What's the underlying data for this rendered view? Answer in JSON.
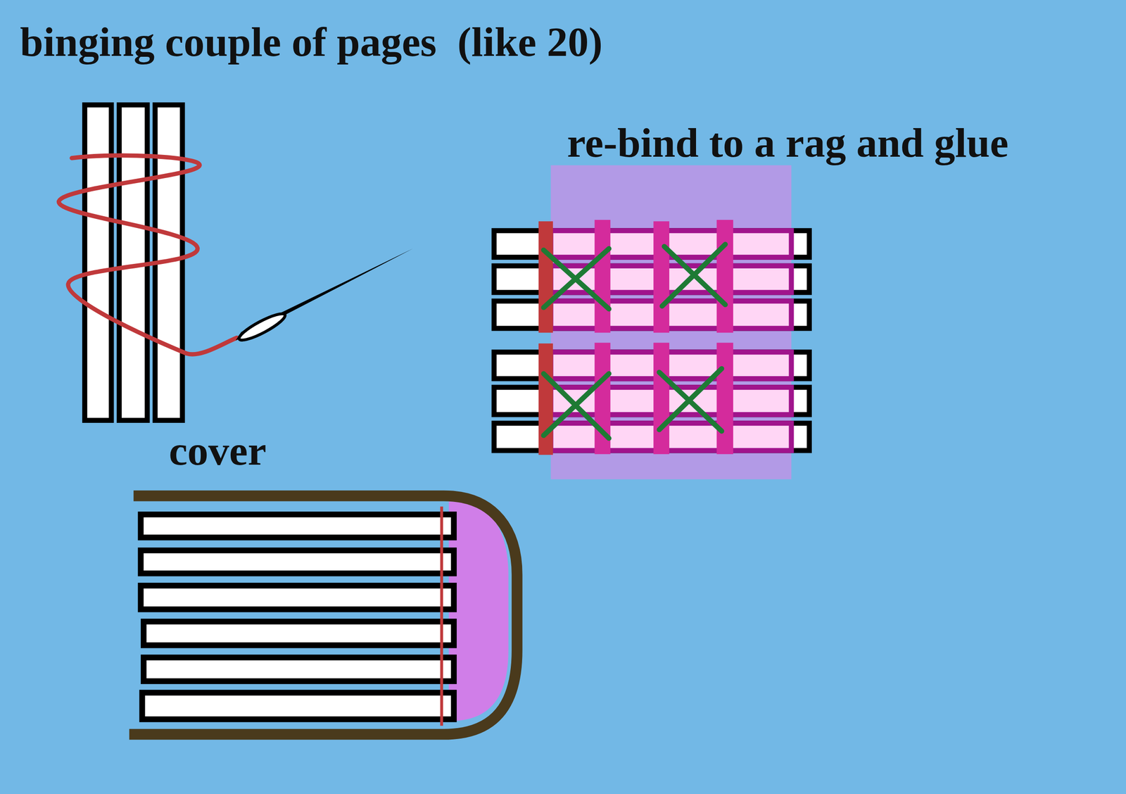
{
  "diagram": {
    "title": "binging couple of pages  (like 20)",
    "labels": [
      "re-bind to a rag and glue",
      "cover"
    ]
  }
}
